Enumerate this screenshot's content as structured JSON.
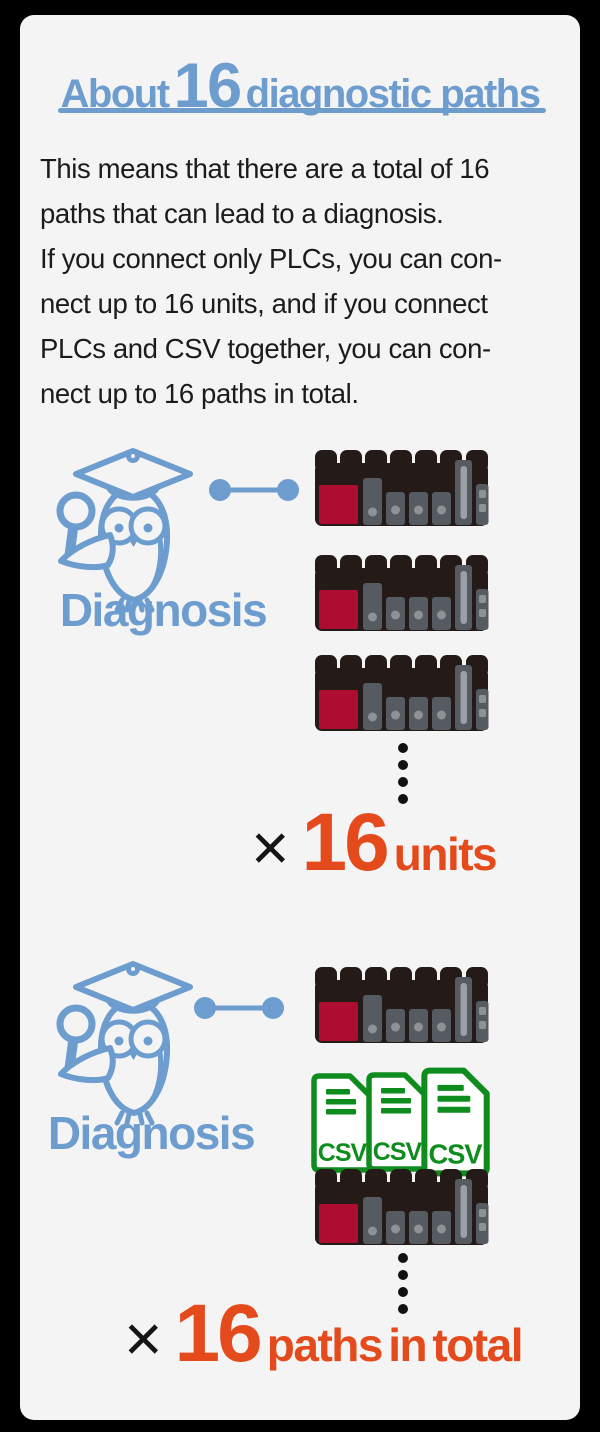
{
  "page": {
    "background": "#000000",
    "card_background": "#f4f4f4"
  },
  "title": {
    "prefix": "About",
    "number": "16",
    "suffix": "diagnostic paths",
    "color": "#6d9cce"
  },
  "intro": {
    "lines": [
      "This means that there are a total of 16",
      "paths that can lead to a diagnosis.",
      "If you connect only PLCs, you can con-",
      "nect up to 16 units, and if you connect",
      "PLCs and CSV together, you can con-",
      "nect up to 16 paths in total."
    ]
  },
  "sections": [
    {
      "label": "Diagnosis",
      "devices_shown": "3 PLC units stacked with ellipsis",
      "multiplier": {
        "sign": "×",
        "number": "16",
        "unit": "units"
      }
    },
    {
      "label": "Diagnosis",
      "devices_shown": "PLC unit, 3 CSV files, PLC unit with ellipsis",
      "multiplier": {
        "sign": "×",
        "number": "16",
        "unit": "paths in total"
      }
    }
  ],
  "csv": {
    "label": "CSV"
  },
  "icons": {
    "owl": "diagnosis-owl-mascot-with-graduation-cap-and-magnifier",
    "connector": "two-dot-link-connector",
    "plc": "plc-controller-unit",
    "csv": "csv-file-document"
  },
  "colors": {
    "accent_blue": "#6d9cce",
    "highlight_orange": "#e44a1c",
    "plc_body_dark": "#241b18",
    "plc_red": "#ae0c31",
    "plc_gray": "#565a61",
    "csv_green": "#0e8c1e",
    "text_dark": "#1b1b1b"
  }
}
